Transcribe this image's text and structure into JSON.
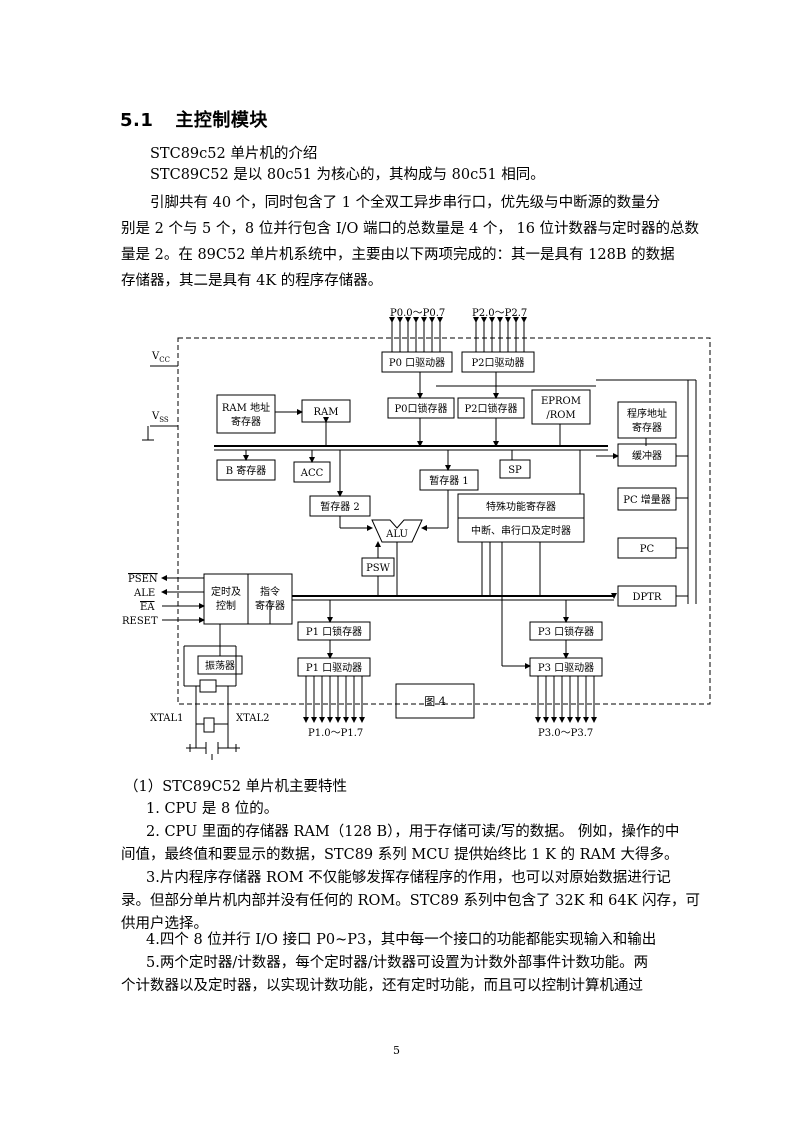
{
  "section": {
    "number": "5.1",
    "title": "主控制模块"
  },
  "intro_heading": "STC89c52 单片机的介绍",
  "intro_lines": [
    "STC89C52 是以 80c51 为核心的，其构成与 80c51 相同。",
    "引脚共有 40 个，同时包含了 1 个全双工异步串行口，优先级与中断源的数量分",
    "别是 2 个与 5 个，8 位并行包含 I/O 端口的总数量是 4 个， 16 位计数器与定时器的总数",
    "量是 2。在 89C52 单片机系统中，主要由以下两项完成的：其一是具有 128B 的数据",
    "存储器，其二是具有 4K 的程序存储器。"
  ],
  "figure": {
    "caption": "图 4",
    "labels": {
      "p0_bus": "P0.0～P0.7",
      "p2_bus": "P2.0～P2.7",
      "p1_bus": "P1.0～P1.7",
      "p3_bus": "P3.0～P3.7",
      "vcc": "V",
      "vcc_sub": "CC",
      "vss": "V",
      "vss_sub": "SS",
      "p0_driver": "P0 口驱动器",
      "p2_driver": "P2口驱动器",
      "ram_addr_1": "RAM 地址",
      "ram_addr_2": "寄存器",
      "ram": "RAM",
      "p0_latch": "P0口锁存器",
      "p2_latch": "P2口锁存器",
      "eprom_1": "EPROM",
      "eprom_2": "/ROM",
      "pc_addr_1": "程序地址",
      "pc_addr_2": "寄存器",
      "b_reg": "B 寄存器",
      "acc": "ACC",
      "sp": "SP",
      "tmp1": "暂存器 1",
      "buffer": "缓冲器",
      "tmp2": "暂存器 2",
      "sfr": "特殊功能寄存器",
      "sfr_sub": "中断、串行口及定时器",
      "pc_inc": "PC 增量器",
      "alu": "ALU",
      "psw": "PSW",
      "pc": "PC",
      "psen": "PSEN",
      "ale": "ALE",
      "ea": "EA",
      "reset": "RESET",
      "timing_1": "定时及",
      "timing_2": "控制",
      "ir_1": "指令",
      "ir_2": "寄存器",
      "dptr": "DPTR",
      "p1_latch": "P1 口锁存器",
      "p3_latch": "P3 口锁存器",
      "osc": "振荡器",
      "p1_driver": "P1 口驱动器",
      "p3_driver": "P3 口驱动器",
      "xtal1": "XTAL1",
      "xtal2": "XTAL2"
    }
  },
  "features_heading": "（1）STC89C52 单片机主要特性",
  "features_lines": [
    "1. CPU 是 8  位的。",
    "2. CPU 里面的存储器 RAM（128 B），用于存储可读/写的数据。 例如，操作的中",
    "间值，最终值和要显示的数据，STC89 系列 MCU 提供始终比 1 K 的 RAM 大得多。",
    "3.片内程序存储器 ROM 不仅能够发挥存储程序的作用，也可以对原始数据进行记",
    "录。但部分单片机内部并没有任何的 ROM。STC89 系列中包含了 32K 和 64K 闪存，可",
    "供用户选择。",
    "4.四个 8 位并行 I/O 接口 P0~P3，其中每一个接口的功能都能实现输入和输出",
    "5.两个定时器/计数器，每个定时器/计数器可设置为计数外部事件计数功能。两",
    "个计数器以及定时器，以实现计数功能，还有定时功能，而且可以控制计算机通过"
  ],
  "page_number": "5"
}
